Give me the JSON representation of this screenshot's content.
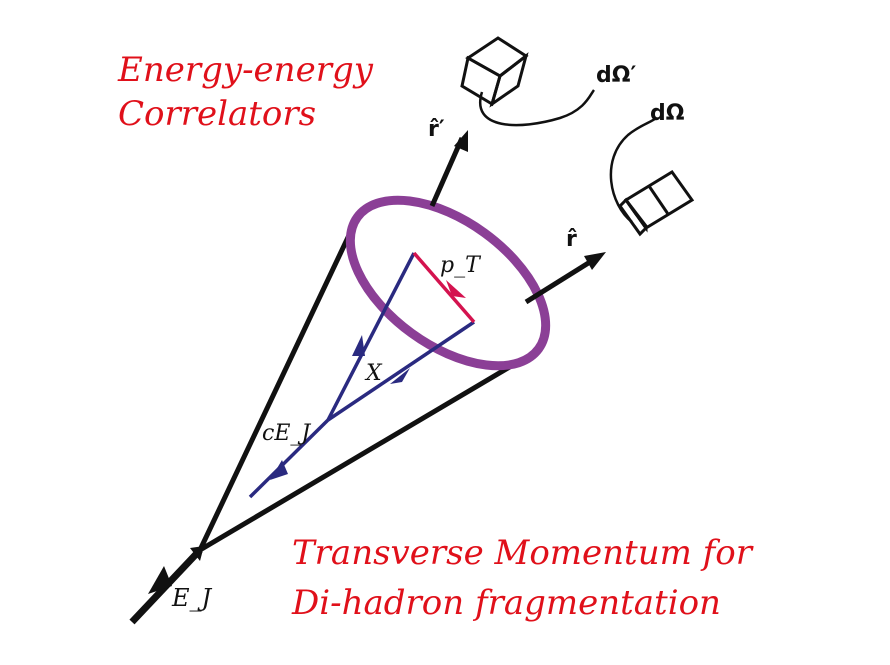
{
  "title_top": {
    "line1": "Energy-energy",
    "line2": "Correlators"
  },
  "title_bottom": {
    "line1": "Transverse Momentum for",
    "line2": "Di-hadron fragmentation"
  },
  "labels": {
    "jet_energy": "E_J",
    "parent_energy": "cE_J",
    "momentum_fraction": "X",
    "transverse_momentum": "p_T",
    "direction_r": "r̂",
    "direction_r_prime": "r̂′",
    "solid_angle": "dΩ",
    "solid_angle_prime": "dΩ′"
  },
  "colors": {
    "title": "#e0101a",
    "cone": "#111111",
    "ring": "#8b3f96",
    "parton_lines": "#2a2a80",
    "pt_arrow": "#d4134f"
  }
}
